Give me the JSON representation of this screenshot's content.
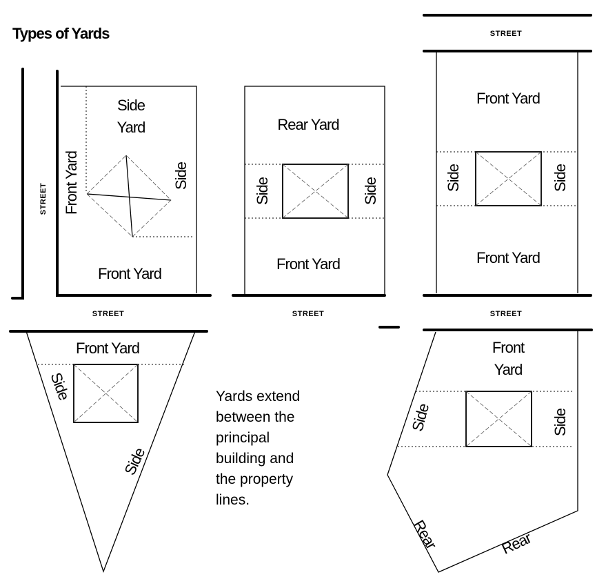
{
  "title": "Types of Yards",
  "labels": {
    "street": "STREET",
    "front_yard": "Front Yard",
    "front": "Front",
    "yard": "Yard",
    "side": "Side",
    "side_yard_line1": "Side",
    "side_yard_line2": "Yard",
    "rear_yard": "Rear Yard",
    "rear": "Rear"
  },
  "note_lines": [
    "Yards extend",
    "between the",
    "principal",
    "building and",
    "the property",
    "lines."
  ]
}
